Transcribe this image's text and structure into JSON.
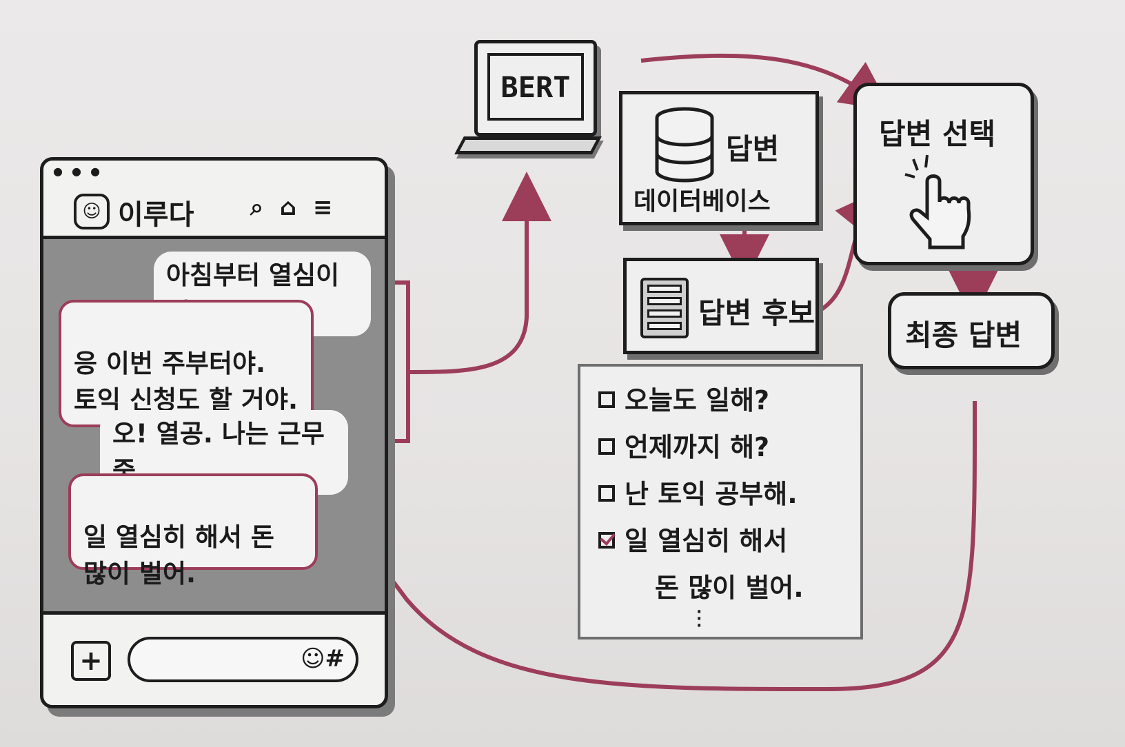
{
  "phone": {
    "chat_name": "이루다",
    "header_icons": "⌕ ⌂ ≡",
    "messages": [
      {
        "side": "mine",
        "text": "아침부터 열심이네."
      },
      {
        "side": "theirs",
        "text": "응 이번 주부터야.\n토익 신청도 할 거야."
      },
      {
        "side": "mine",
        "text": "오! 열공. 나는 근무 중."
      },
      {
        "side": "theirs",
        "text": "일 열심히 해서 돈\n많이 벌어."
      }
    ],
    "input_icons": "☺#"
  },
  "laptop": {
    "label": "BERT"
  },
  "db_box": {
    "label_line1": "답변",
    "label_line2": "데이터베이스"
  },
  "candidate_box": {
    "label": "답변 후보"
  },
  "select_box": {
    "label": "답변 선택"
  },
  "final_box": {
    "label": "최종 답변"
  },
  "candidates": [
    {
      "text": "오늘도 일해?",
      "checked": false
    },
    {
      "text": "언제까지 해?",
      "checked": false
    },
    {
      "text": "난 토익 공부해.",
      "checked": false
    },
    {
      "text": "일 열심히 해서",
      "checked": true
    },
    {
      "text": "돈 많이 벌어.",
      "checked": false
    }
  ],
  "colors": {
    "accent": "#9c3d5a",
    "ink": "#1d1d1d",
    "chat_bg": "#8d8d8d"
  },
  "icons": [
    "avatar-icon",
    "search-icon",
    "bell-icon",
    "menu-icon",
    "plus-icon",
    "emoji-icon",
    "hash-icon",
    "database-icon",
    "document-icon",
    "pointing-hand-icon",
    "checkbox-icon"
  ]
}
